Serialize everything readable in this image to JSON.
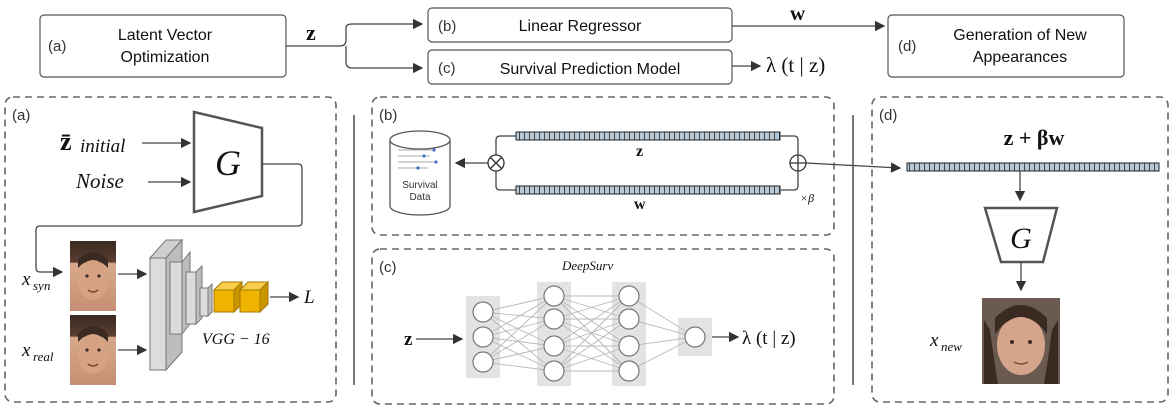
{
  "top_row": {
    "box_a": {
      "tag": "(a)",
      "line1": "Latent Vector",
      "line2": "Optimization"
    },
    "z_label": "z",
    "box_b": {
      "tag": "(b)",
      "label": "Linear Regressor"
    },
    "box_c": {
      "tag": "(c)",
      "label": "Survival Prediction Model"
    },
    "w_label": "w",
    "lambda_label": "λ (t | z)",
    "box_d": {
      "tag": "(d)",
      "line1": "Generation of New",
      "line2": "Appearances"
    }
  },
  "panel_a": {
    "tag": "(a)",
    "z_initial": "z̄",
    "z_initial_sub": "initial",
    "noise": "Noise",
    "generator": "G",
    "x_syn": "x",
    "x_syn_sub": "syn",
    "x_real": "x",
    "x_real_sub": "real",
    "vgg": "VGG − 16",
    "loss": "L"
  },
  "panel_b": {
    "tag": "(b)",
    "db_line1": "Survival",
    "db_line2": "Data",
    "z_label": "z",
    "w_label": "w",
    "beta": "×β"
  },
  "panel_c": {
    "tag": "(c)",
    "title": "DeepSurv",
    "input": "z",
    "output": "λ (t | z)"
  },
  "panel_d": {
    "tag": "(d)",
    "formula": "z + βw",
    "generator": "G",
    "x_new": "x",
    "x_new_sub": "new"
  },
  "colors": {
    "latent_bar": "#b7c8d6",
    "vgg_block": "#f0b400",
    "face_skin": "#d9a88a",
    "face_hair": "#3b2a22"
  }
}
